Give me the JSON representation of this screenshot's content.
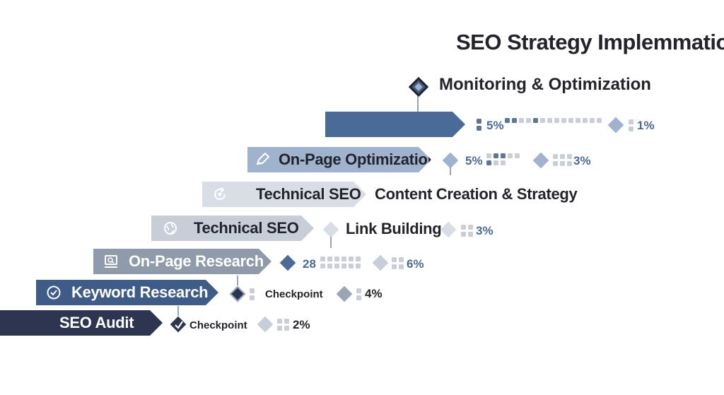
{
  "title": "SEO Strategy Implemmation",
  "top_milestone": {
    "label": "Monitoring & Optimization"
  },
  "rows": [
    {
      "bar_label": "",
      "marker_a": "5%",
      "marker_b": "1%"
    },
    {
      "bar_label": "On-Page Optimization",
      "marker_a": "5%",
      "marker_b": "3%"
    },
    {
      "bar_label": "Technical SEO",
      "side_label": "Content Creation & Strategy"
    },
    {
      "bar_label": "Technical SEO",
      "side_label": "Link Building",
      "marker_b": "3%"
    },
    {
      "bar_label": "On-Page Research",
      "marker_a": "28",
      "marker_b": "6%"
    },
    {
      "bar_label": "Keyword Research",
      "marker_a": "Checkpoint",
      "marker_b": "4%"
    },
    {
      "bar_label": "SEO Audit",
      "marker_a": "Checkpoint",
      "marker_b": "2%"
    }
  ],
  "colors": {
    "dark_navy": "#2d3550",
    "steel_blue": "#3e5c87",
    "slate": "#8f9aab",
    "light_grey": "#c8ced8"
  },
  "icons": [
    "pencil-icon",
    "refresh-icon",
    "globe-icon",
    "monitor-search-icon",
    "check-circle-icon"
  ]
}
